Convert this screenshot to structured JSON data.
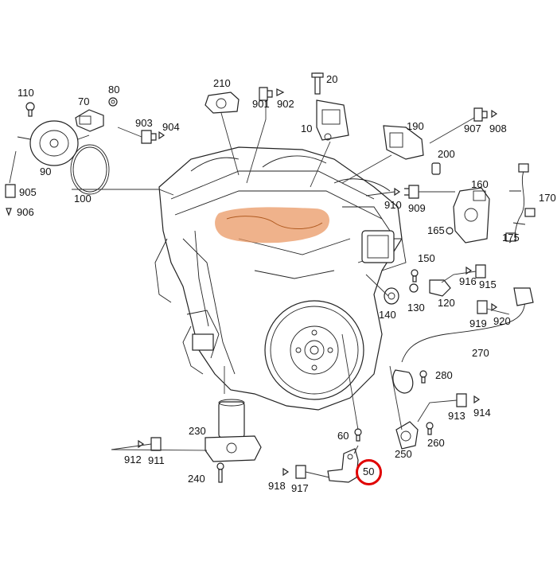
{
  "diagram": {
    "callouts": [
      "10",
      "20",
      "50",
      "60",
      "70",
      "80",
      "90",
      "100",
      "110",
      "120",
      "130",
      "140",
      "150",
      "160",
      "165",
      "170",
      "175",
      "190",
      "200",
      "210",
      "230",
      "240",
      "250",
      "260",
      "270",
      "280",
      "901",
      "902",
      "903",
      "904",
      "905",
      "906",
      "907",
      "908",
      "909",
      "910",
      "911",
      "912",
      "913",
      "914",
      "915",
      "916",
      "917",
      "918",
      "919",
      "920"
    ],
    "highlighted": "50",
    "colors": {
      "line": "#222222",
      "highlight": "#e00000",
      "orange": "#e8925a"
    }
  }
}
